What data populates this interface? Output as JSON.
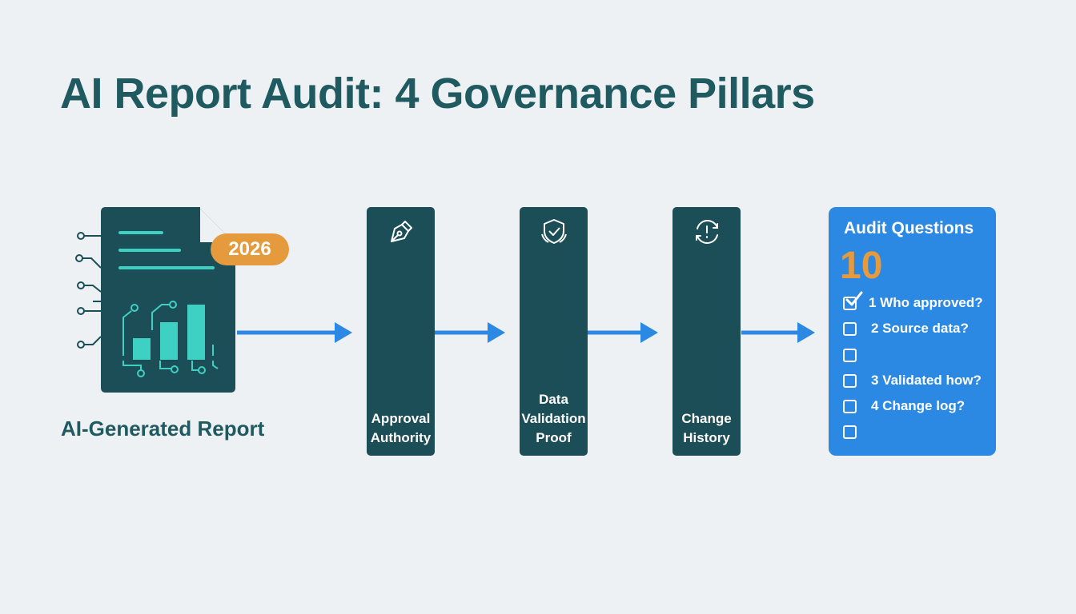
{
  "title": "AI Report Audit: 4 Governance Pillars",
  "report": {
    "label": "AI-Generated Report",
    "year_badge": "2026",
    "icon": "document-chart-icon"
  },
  "pillars": [
    {
      "label": "Approval\nAuthority",
      "icon": "pen-nib-icon"
    },
    {
      "label": "Data\nValidation\nProof",
      "icon": "shield-check-icon"
    },
    {
      "label": "Change\nHistory",
      "icon": "history-clock-icon"
    }
  ],
  "audit": {
    "title": "Audit Questions",
    "count": "10",
    "questions": [
      {
        "text": "1 Who approved?",
        "checked": true
      },
      {
        "text": "2 Source data?",
        "checked": false
      },
      {
        "text": "",
        "checked": false
      },
      {
        "text": "3 Validated how?",
        "checked": false
      },
      {
        "text": "4 Change log?",
        "checked": false
      },
      {
        "text": "",
        "checked": false
      }
    ]
  },
  "colors": {
    "title": "#1e5a5f",
    "pillar": "#1b4e56",
    "accent_teal": "#3fd0c4",
    "arrow": "#2b89e3",
    "badge": "#e49a3d",
    "panel": "#2b89e3"
  }
}
